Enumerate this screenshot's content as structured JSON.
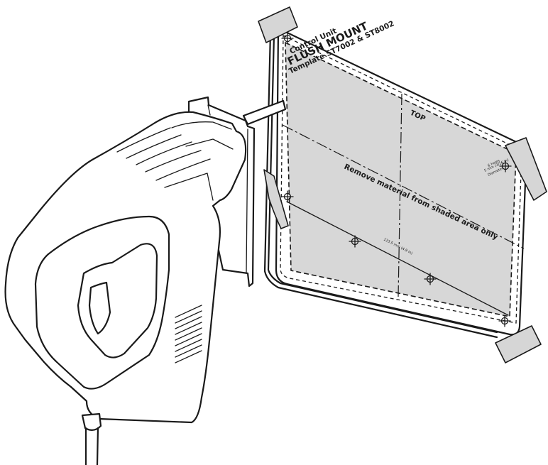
{
  "template": {
    "line1": "Control Unit",
    "line2": "FLUSH MOUNT",
    "line3": "Template ST7002 & ST8002",
    "top_label": "TOP",
    "instruction": "Remove material from shaded area only",
    "holes_line1": "6 holes",
    "holes_line2": "5 mm (3/16 in)",
    "holes_line3": "Diameter",
    "dimension": "123.5 mm (4.9 in)"
  },
  "colors": {
    "shaded_area": "#d7d7d7",
    "tape": "#d6d6d6",
    "ink": "#1a1a1a"
  },
  "icons": [
    "jigsaw-icon",
    "tape-icon",
    "crosshair-icon"
  ]
}
